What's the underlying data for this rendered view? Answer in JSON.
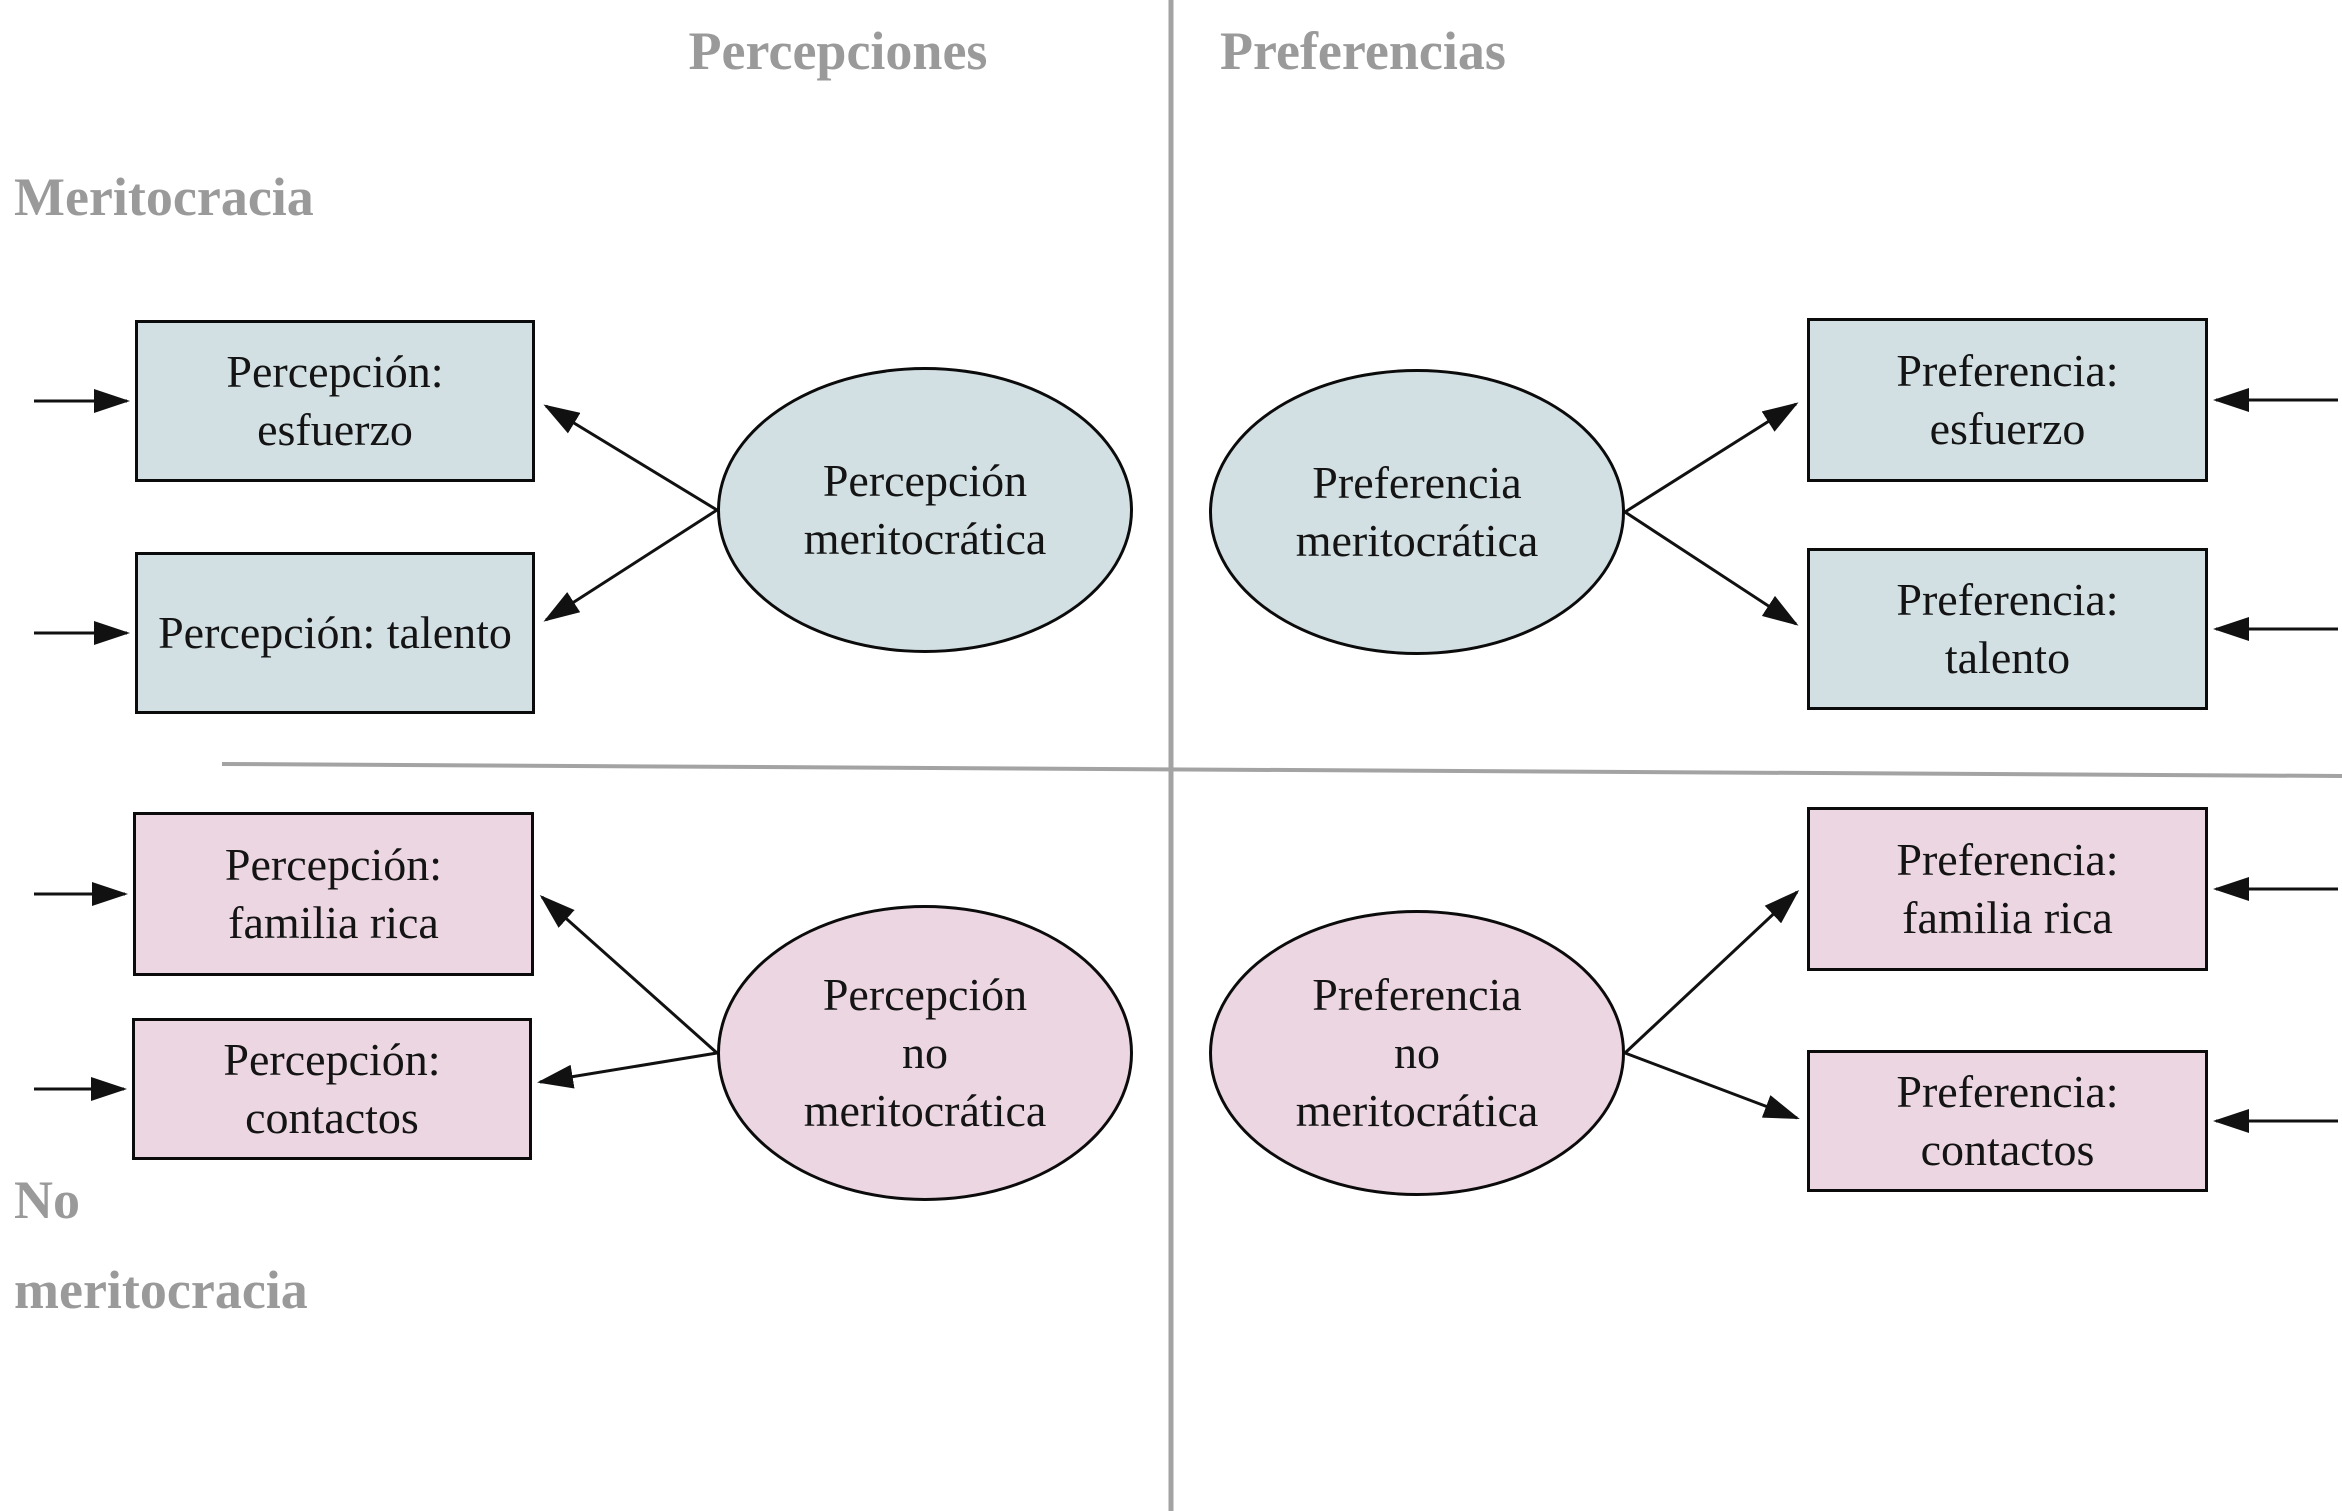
{
  "colors": {
    "meritocracy_fill": "#d2dfe3",
    "non_meritocracy_fill": "#ecd6e1",
    "shape_border": "#0b0b0b",
    "divider_gray": "#a3a3a3",
    "axis_label_gray": "#9a9a9a",
    "arrow_black": "#111111"
  },
  "axis_labels": {
    "column_left": "Percepciones",
    "column_right": "Preferencias",
    "row_top": "Meritocracia",
    "row_bottom": "No\nmeritocracia"
  },
  "models": {
    "tl": {
      "latent": "Percepción\nmeritocrática",
      "ind1": "Percepción:\nesfuerzo",
      "ind2": "Percepción: talento"
    },
    "tr": {
      "latent": "Preferencia\nmeritocrática",
      "ind1": "Preferencia:\nesfuerzo",
      "ind2": "Preferencia:\ntalento"
    },
    "bl": {
      "latent": "Percepción\nno\nmeritocrática",
      "ind1": "Percepción:\nfamilia rica",
      "ind2": "Percepción:\ncontactos"
    },
    "br": {
      "latent": "Preferencia\nno\nmeritocrática",
      "ind1": "Preferencia:\nfamilia rica",
      "ind2": "Preferencia:\ncontactos"
    }
  }
}
